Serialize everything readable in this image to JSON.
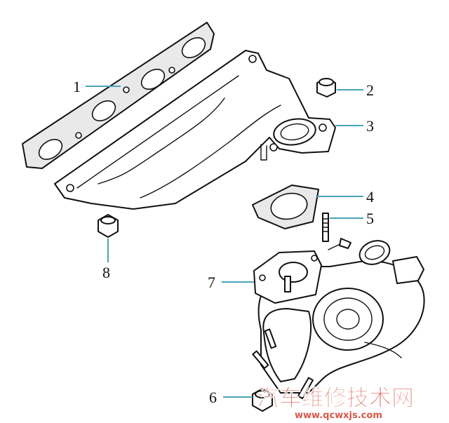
{
  "callouts": [
    {
      "id": "1",
      "label": "1"
    },
    {
      "id": "2",
      "label": "2"
    },
    {
      "id": "3",
      "label": "3"
    },
    {
      "id": "4",
      "label": "4"
    },
    {
      "id": "5",
      "label": "5"
    },
    {
      "id": "6",
      "label": "6"
    },
    {
      "id": "7",
      "label": "7"
    },
    {
      "id": "8",
      "label": "8"
    }
  ],
  "watermark": {
    "title": "汽车维修技术网",
    "url": "www.qcwxjs.com"
  },
  "colors": {
    "leader": "#4aa3b8",
    "outline": "#111111",
    "watermark_red": "#d23a2a"
  }
}
